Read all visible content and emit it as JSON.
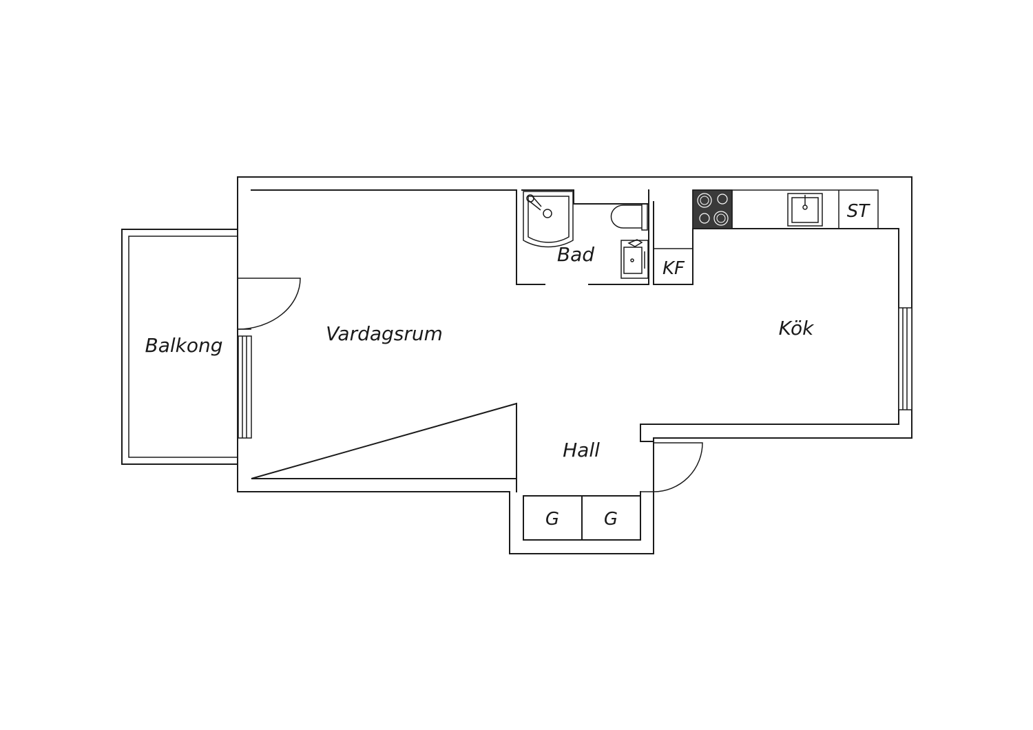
{
  "rooms": {
    "balkong": "Balkong",
    "vardagsrum": "Vardagsrum",
    "bad": "Bad",
    "kok": "Kök",
    "hall": "Hall",
    "kf": "KF",
    "st": "ST",
    "g1": "G",
    "g2": "G"
  },
  "colors": {
    "line": "#1a1a1a",
    "stove": "#3a3a3a",
    "background": "#ffffff"
  }
}
